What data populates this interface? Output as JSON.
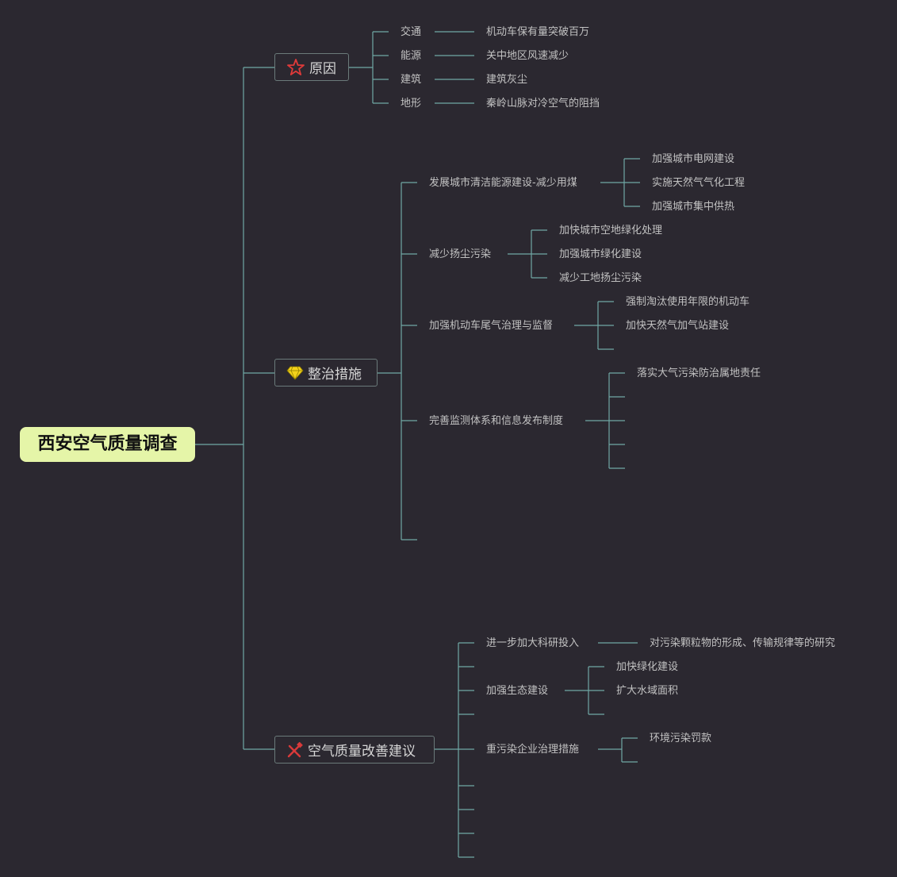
{
  "root": "西安空气质量调查",
  "branches": {
    "causes": {
      "label": "原因",
      "icon": "star-icon",
      "items": [
        {
          "label": "交通",
          "detail": "机动车保有量突破百万"
        },
        {
          "label": "能源",
          "detail": "关中地区风速减少"
        },
        {
          "label": "建筑",
          "detail": "建筑灰尘"
        },
        {
          "label": "地形",
          "detail": "秦岭山脉对冷空气的阻挡"
        }
      ]
    },
    "measures": {
      "label": "整治措施",
      "icon": "gem-icon",
      "items": [
        {
          "label": "发展城市清洁能源建设-减少用煤",
          "children": [
            "加强城市电网建设",
            "实施天然气气化工程",
            "加强城市集中供热"
          ]
        },
        {
          "label": "减少扬尘污染",
          "children": [
            "加快城市空地绿化处理",
            "加强城市绿化建设",
            "减少工地扬尘污染"
          ]
        },
        {
          "label": "加强机动车尾气治理与监督",
          "children": [
            "强制淘汰使用年限的机动车",
            "加快天然气加气站建设"
          ]
        },
        {
          "label": "完善监测体系和信息发布制度",
          "children": [
            "落实大气污染防治属地责任"
          ]
        }
      ]
    },
    "suggestions": {
      "label": "空气质量改善建议",
      "icon": "tools-icon",
      "items": [
        {
          "label": "进一步加大科研投入",
          "children": [
            "对污染颗粒物的形成、传输规律等的研究"
          ]
        },
        {
          "label": "加强生态建设",
          "children": [
            "加快绿化建设",
            "扩大水域面积"
          ]
        },
        {
          "label": "重污染企业治理措施",
          "children": [
            "环境污染罚款"
          ]
        }
      ]
    }
  },
  "colors": {
    "background": "#2b2830",
    "connector": "#6fa8a5",
    "root_fill": "#e5f5a8",
    "star_icon": "#e03a3a",
    "gem_icon": "#f2d21a",
    "tools_icon": "#d83a3a"
  }
}
